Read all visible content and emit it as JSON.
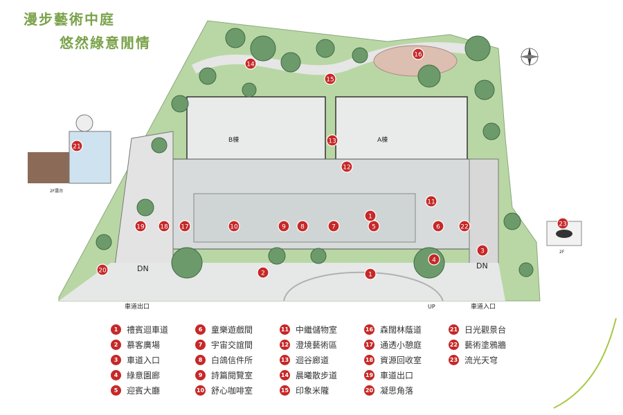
{
  "title": {
    "line1": "漫步藝術中庭",
    "line2": "悠然綠意閒情"
  },
  "colors": {
    "accent": "#c62828",
    "green": "#7aa24a",
    "lawn": "#b8d6a2",
    "paving": "#d5d8d8",
    "tree": "#5f8f63"
  },
  "plan_labels": {
    "building_b": "B棟",
    "building_a": "A棟",
    "dn_left": "DN",
    "dn_right": "DN",
    "exit": "車道出口",
    "up": "UP",
    "entrance": "車道入口",
    "floor_left": "2F露台",
    "floor_right": "2F"
  },
  "markers": [
    {
      "n": "14"
    },
    {
      "n": "16"
    },
    {
      "n": "15"
    },
    {
      "n": "21"
    },
    {
      "n": "13"
    },
    {
      "n": "12"
    },
    {
      "n": "11"
    },
    {
      "n": "19"
    },
    {
      "n": "18"
    },
    {
      "n": "17"
    },
    {
      "n": "10"
    },
    {
      "n": "9"
    },
    {
      "n": "8"
    },
    {
      "n": "7"
    },
    {
      "n": "5"
    },
    {
      "n": "6"
    },
    {
      "n": "22"
    },
    {
      "n": "23"
    },
    {
      "n": "20"
    },
    {
      "n": "2"
    },
    {
      "n": "1"
    },
    {
      "n": "1"
    },
    {
      "n": "4"
    },
    {
      "n": "3"
    }
  ],
  "legend": [
    {
      "n": "1",
      "label": "禮賓迴車道"
    },
    {
      "n": "2",
      "label": "慕客廣場"
    },
    {
      "n": "3",
      "label": "車道入口"
    },
    {
      "n": "4",
      "label": "綠意園廊"
    },
    {
      "n": "5",
      "label": "迎賓大廳"
    },
    {
      "n": "6",
      "label": "童樂遊戲間"
    },
    {
      "n": "7",
      "label": "宇宙交誼間"
    },
    {
      "n": "8",
      "label": "白鴿信件所"
    },
    {
      "n": "9",
      "label": "詩篇閱覽室"
    },
    {
      "n": "10",
      "label": "舒心咖啡室"
    },
    {
      "n": "11",
      "label": "中繼儲物室"
    },
    {
      "n": "12",
      "label": "澄境藝術區"
    },
    {
      "n": "13",
      "label": "迴谷廊道"
    },
    {
      "n": "14",
      "label": "晨曦散步道"
    },
    {
      "n": "15",
      "label": "印象米隴"
    },
    {
      "n": "16",
      "label": "森闊林蔭道"
    },
    {
      "n": "17",
      "label": "通透小憩庭"
    },
    {
      "n": "18",
      "label": "資源回收室"
    },
    {
      "n": "19",
      "label": "車道出口"
    },
    {
      "n": "20",
      "label": "凝思角落"
    },
    {
      "n": "21",
      "label": "日光觀景台"
    },
    {
      "n": "22",
      "label": "藝術塗鴉牆"
    },
    {
      "n": "23",
      "label": "流光天穹"
    }
  ]
}
